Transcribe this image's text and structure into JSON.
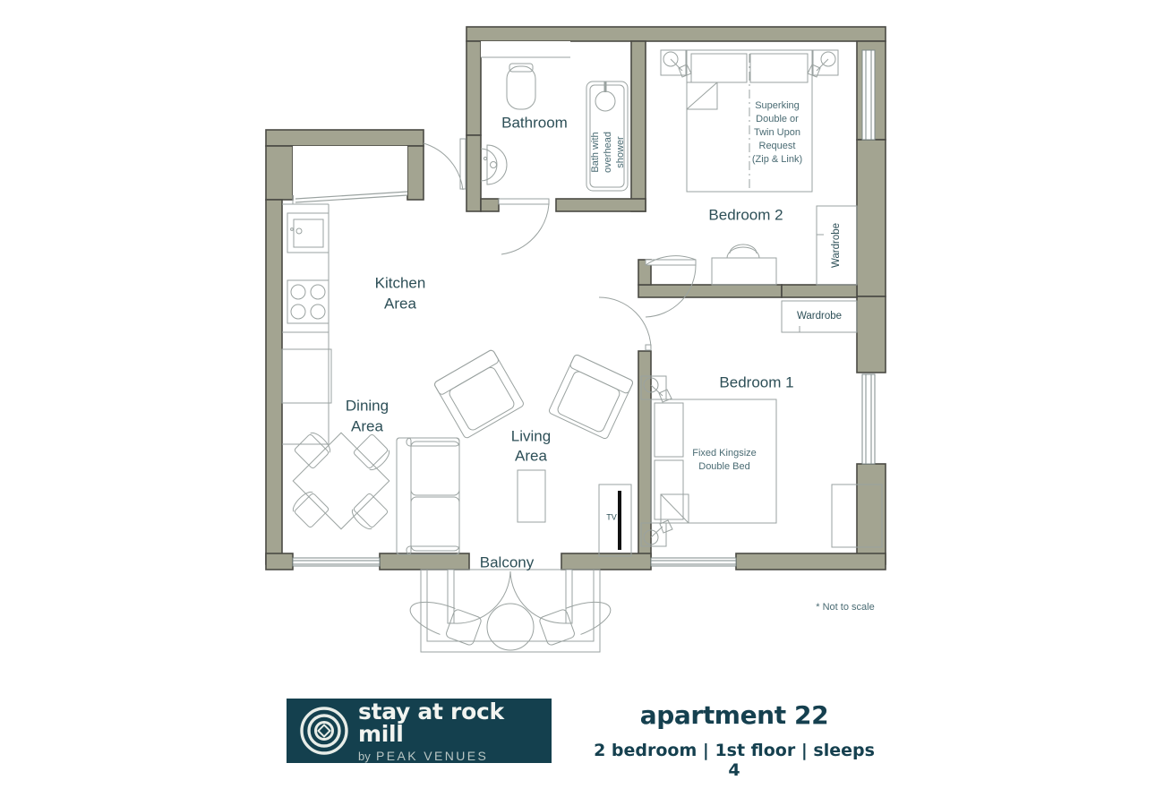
{
  "plan": {
    "scale_note": "* Not to scale",
    "rooms": [
      {
        "id": "bathroom",
        "label": "Bathroom"
      },
      {
        "id": "kitchen",
        "label": "Kitchen\nArea"
      },
      {
        "id": "dining",
        "label": "Dining\nArea"
      },
      {
        "id": "living",
        "label": "Living\nArea"
      },
      {
        "id": "balcony",
        "label": "Balcony"
      },
      {
        "id": "bedroom2",
        "label": "Bedroom 2"
      },
      {
        "id": "bedroom1",
        "label": "Bedroom 1"
      }
    ],
    "labels": {
      "bathroom": "Bathroom",
      "kitchen_line1": "Kitchen",
      "kitchen_line2": "Area",
      "dining_line1": "Dining",
      "dining_line2": "Area",
      "living_line1": "Living",
      "living_line2": "Area",
      "balcony": "Balcony",
      "bedroom2": "Bedroom 2",
      "bedroom1": "Bedroom 1",
      "tv": "TV",
      "wardrobe_vertical": "Wardrobe",
      "wardrobe_horizontal": "Wardrobe",
      "bath_shower_l1": "Bath with",
      "bath_shower_l2": "overhead",
      "bath_shower_l3": "shower",
      "bed2_l1": "Superking",
      "bed2_l2": "Double or",
      "bed2_l3": "Twin Upon",
      "bed2_l4": "Request",
      "bed2_l5": "(Zip & Link)",
      "bed1_l1": "Fixed Kingsize",
      "bed1_l2": "Double Bed"
    },
    "colors": {
      "wall_fill": "#a3a491",
      "wall_stroke": "#4a4a44",
      "furniture_stroke": "#9aa2a0",
      "text": "#2d4f57",
      "background": "#ffffff",
      "tv_bar": "#111111"
    }
  },
  "footer": {
    "logo": {
      "title": "stay at rock mill",
      "by": "by",
      "brand": "PEAK VENUES",
      "background": "#14404e",
      "icon": "target-rings-diamond-icon"
    },
    "title": "apartment 22",
    "subtitle": "2 bedroom | 1st floor | sleeps 4",
    "title_color": "#15404f"
  }
}
